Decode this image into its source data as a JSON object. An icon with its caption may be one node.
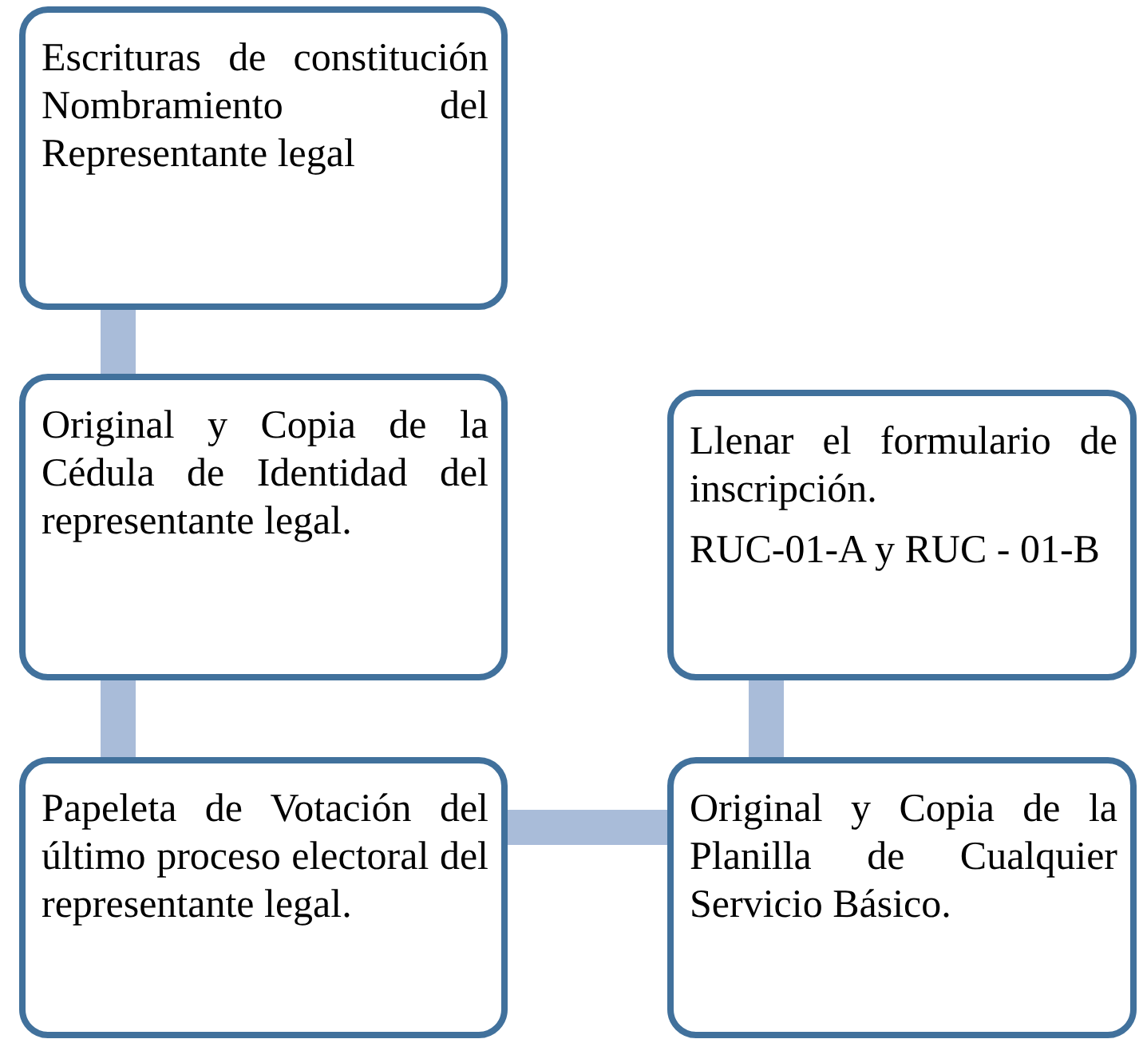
{
  "diagram": {
    "nodes": [
      {
        "text": [
          "Escrituras de constitución Nombramiento del Representante legal"
        ]
      },
      {
        "text": [
          "Original y Copia de la Cédula de Identidad del representante legal."
        ]
      },
      {
        "text": [
          "Papeleta de Votación del último proceso electoral del representante legal."
        ]
      },
      {
        "text": [
          "Llenar el formulario de inscripción.",
          "RUC-01-A y RUC - 01-B"
        ]
      },
      {
        "text": [
          "Original y Copia de la Planilla de Cualquier Servicio Básico."
        ]
      }
    ],
    "edges": [
      {
        "from": 0,
        "to": 1,
        "arrow": "none"
      },
      {
        "from": 1,
        "to": 2,
        "arrow": "none"
      },
      {
        "from": 2,
        "to": 4,
        "arrow": "none"
      },
      {
        "from": 4,
        "to": 3,
        "arrow": "none"
      }
    ]
  }
}
